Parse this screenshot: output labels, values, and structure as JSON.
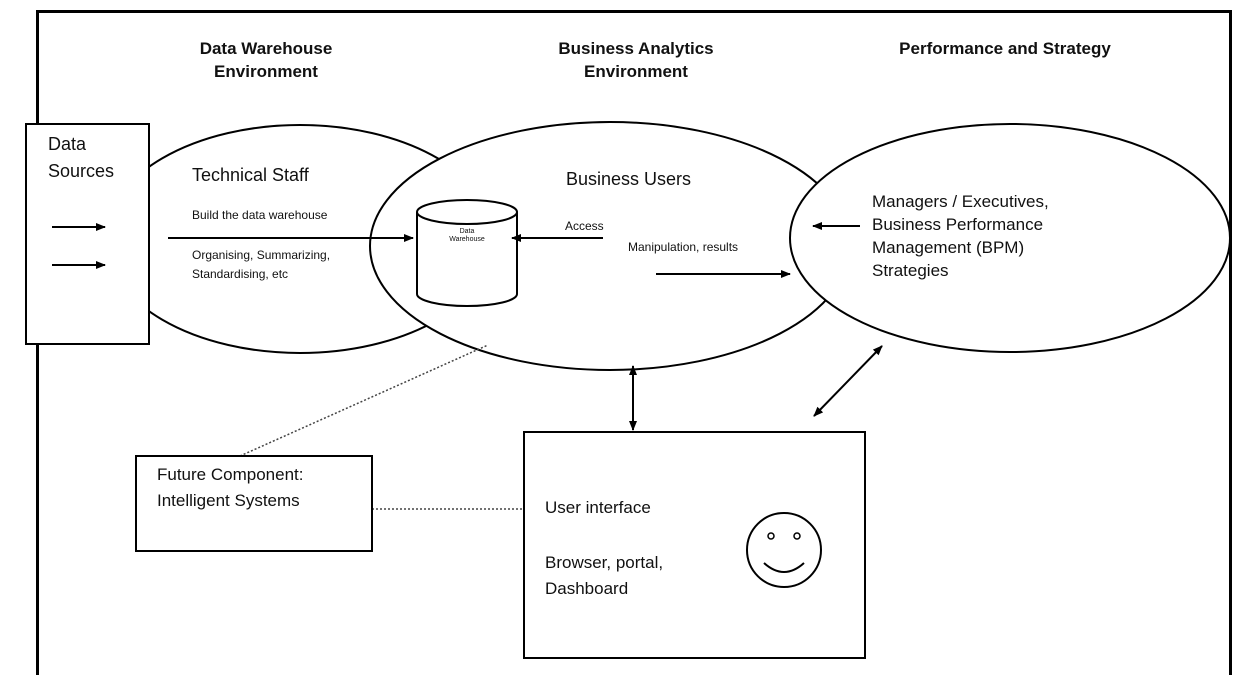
{
  "headers": {
    "dw_env": "Data Warehouse\nEnvironment",
    "ba_env": "Business Analytics\nEnvironment",
    "perf": "Performance and Strategy"
  },
  "data_sources": "Data\nSources",
  "technical_staff": {
    "title": "Technical Staff",
    "build": "Build the data  warehouse",
    "tasks": "Organising, Summarizing,\nStandardising,  etc"
  },
  "warehouse": "Data\nWarehouse",
  "business_users": {
    "title": "Business Users",
    "access": "Access",
    "manipulation": "Manipulation,  results"
  },
  "managers": "Managers / Executives,\nBusiness Performance\nManagement (BPM)\nStrategies",
  "future": "Future Component:\nIntelligent Systems",
  "ui_box": {
    "title": "User interface",
    "sub": "Browser, portal,\nDashboard"
  }
}
